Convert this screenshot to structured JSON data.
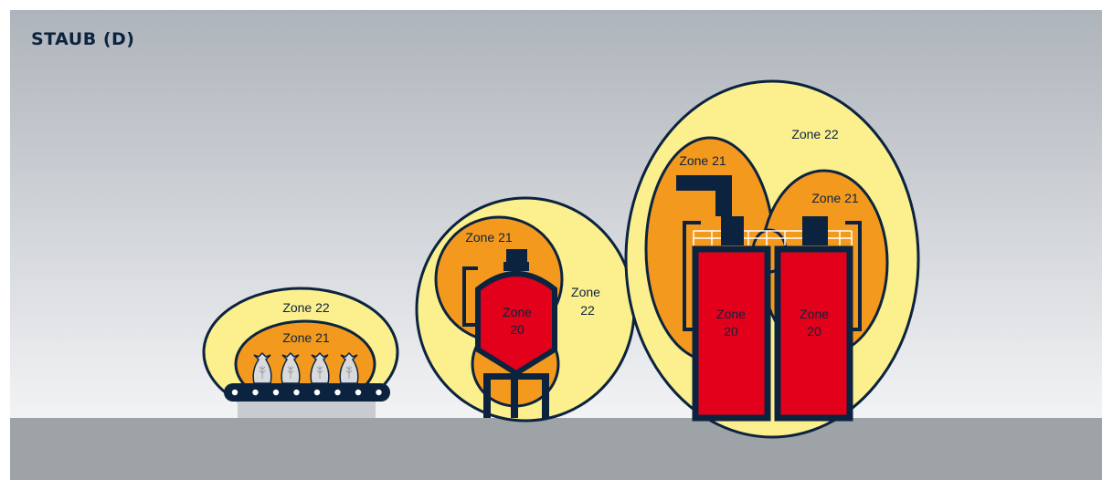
{
  "title": "STAUB (D)",
  "colors": {
    "navy": "#0c2340",
    "zone20": "#e2001a",
    "zone21": "#f39a1e",
    "zone22": "#fbef8e",
    "ground": "#9ea3a8",
    "sky_top": "#aeb4bb",
    "sky_bottom": "#f2f3f5"
  },
  "scenes": {
    "conveyor": {
      "outer_zone": "Zone 22",
      "inner_zone": "Zone 21"
    },
    "silo": {
      "inner_zone": "Zone 21",
      "vessel_zone": [
        "Zone",
        "20"
      ],
      "outer_zone": [
        "Zone",
        "22"
      ]
    },
    "twin_silo": {
      "outer_zone": "Zone 22",
      "left_zone": "Zone 21",
      "right_zone": "Zone 21",
      "left_vessel_zone": [
        "Zone",
        "20"
      ],
      "right_vessel_zone": [
        "Zone",
        "20"
      ]
    }
  }
}
